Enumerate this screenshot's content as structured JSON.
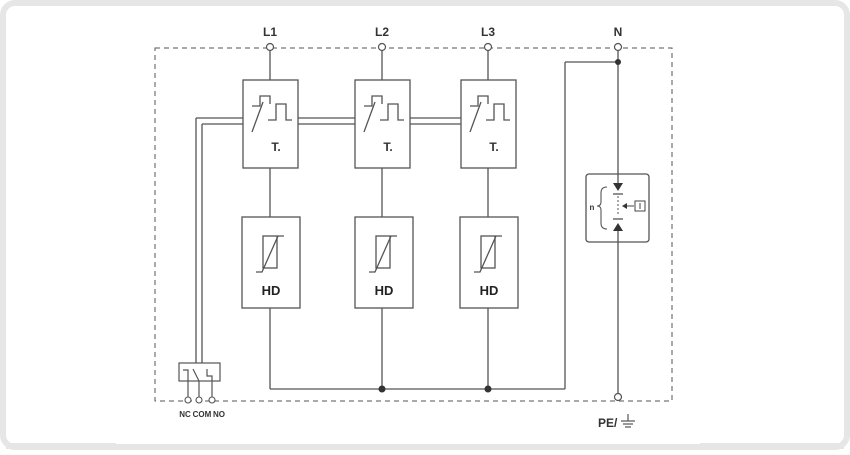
{
  "terminals": {
    "l1": "L1",
    "l2": "L2",
    "l3": "L3",
    "n": "N",
    "pe": "PE/"
  },
  "modules": {
    "thermal_label": "T.",
    "varistor_label": "HD"
  },
  "spark_gap": {
    "count_label": "n"
  },
  "contact": {
    "nc": "NC",
    "com": "COM",
    "no": "NO"
  },
  "colors": {
    "line": "#555555",
    "frame": "#e3e3e3",
    "fill": "#ffffff"
  },
  "icons": {
    "ground": "ground-icon",
    "switch": "thermal-switch-icon",
    "varistor": "varistor-icon"
  }
}
